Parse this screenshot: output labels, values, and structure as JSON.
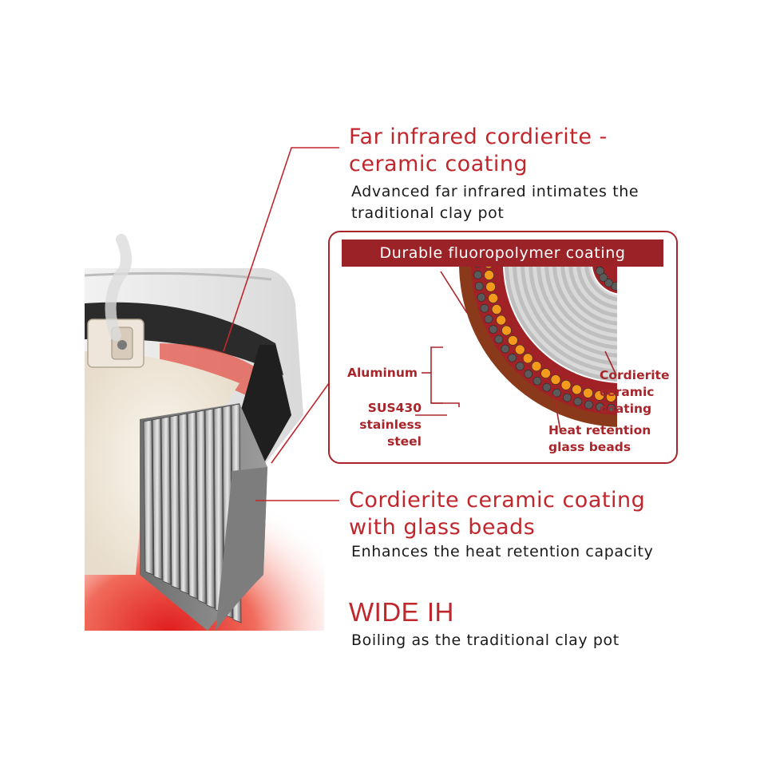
{
  "callouts": {
    "top": {
      "title_line1": "Far infrared cordierite -",
      "title_line2": "ceramic coating",
      "desc_line1": "Advanced far infrared intimates the",
      "desc_line2": "traditional clay pot"
    },
    "middle": {
      "title_line1": "Cordierite ceramic coating",
      "title_line2": "with glass beads",
      "desc_line1": "Enhances the heat retention capacity"
    },
    "bottom": {
      "title": "WIDE IH",
      "desc": "Boiling as the traditional clay pot"
    }
  },
  "inset": {
    "banner": "Durable fluoropolymer coating",
    "labels": {
      "aluminum": "Aluminum",
      "sus_line1": "SUS430",
      "sus_line2": "stainless",
      "sus_line3": "steel",
      "cordierite_line1": "Cordierite",
      "cordierite_line2": "ceramic",
      "cordierite_line3": "coating",
      "heat_line1": "Heat retention",
      "heat_line2": "glass beads"
    }
  },
  "colors": {
    "accent_red": "#c0272d",
    "banner_red": "#9b2227",
    "text_black": "#1a1a1a",
    "bead_orange": "#f39a1d",
    "bead_grey": "#5a5a5a"
  }
}
